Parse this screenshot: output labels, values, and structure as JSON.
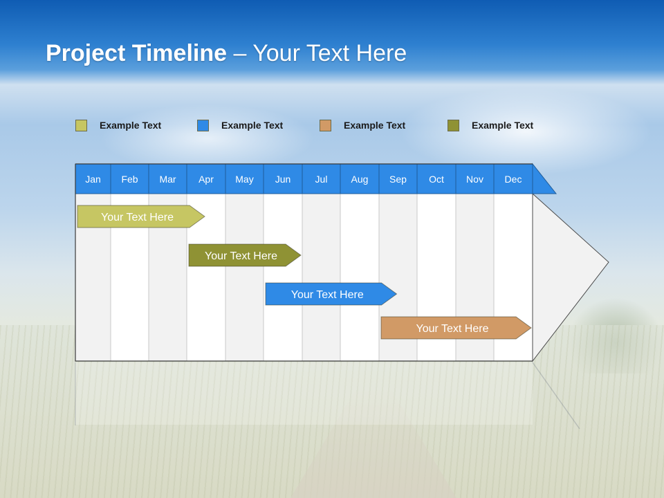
{
  "title": {
    "bold": "Project Timeline",
    "rest": " – Your Text Here"
  },
  "colors": {
    "green_light": "#c6c663",
    "green_dark": "#8f9234",
    "blue": "#2f8ae6",
    "tan": "#d19a66",
    "header_blue": "#2f8ae6",
    "col_grey": "#f2f2f2",
    "col_white": "#ffffff"
  },
  "legend": [
    {
      "label": "Example Text",
      "color": "#c6c663"
    },
    {
      "label": "Example Text",
      "color": "#2f8ae6"
    },
    {
      "label": "Example Text",
      "color": "#d19a66"
    },
    {
      "label": "Example Text",
      "color": "#8f9234"
    }
  ],
  "months": [
    "Jan",
    "Feb",
    "Mar",
    "Apr",
    "May",
    "Jun",
    "Jul",
    "Aug",
    "Sep",
    "Oct",
    "Nov",
    "Dec"
  ],
  "tasks": [
    {
      "label": "Your  Text Here",
      "start": "Jan",
      "end": "Apr",
      "color": "#c6c663"
    },
    {
      "label": "Your  Text Here",
      "start": "Apr",
      "end": "Jun",
      "color": "#8f9234"
    },
    {
      "label": "Your  Text Here",
      "start": "Jun",
      "end": "Sep",
      "color": "#2f8ae6"
    },
    {
      "label": "Your  Text Here",
      "start": "Sep",
      "end": "Dec",
      "color": "#d19a66"
    }
  ]
}
